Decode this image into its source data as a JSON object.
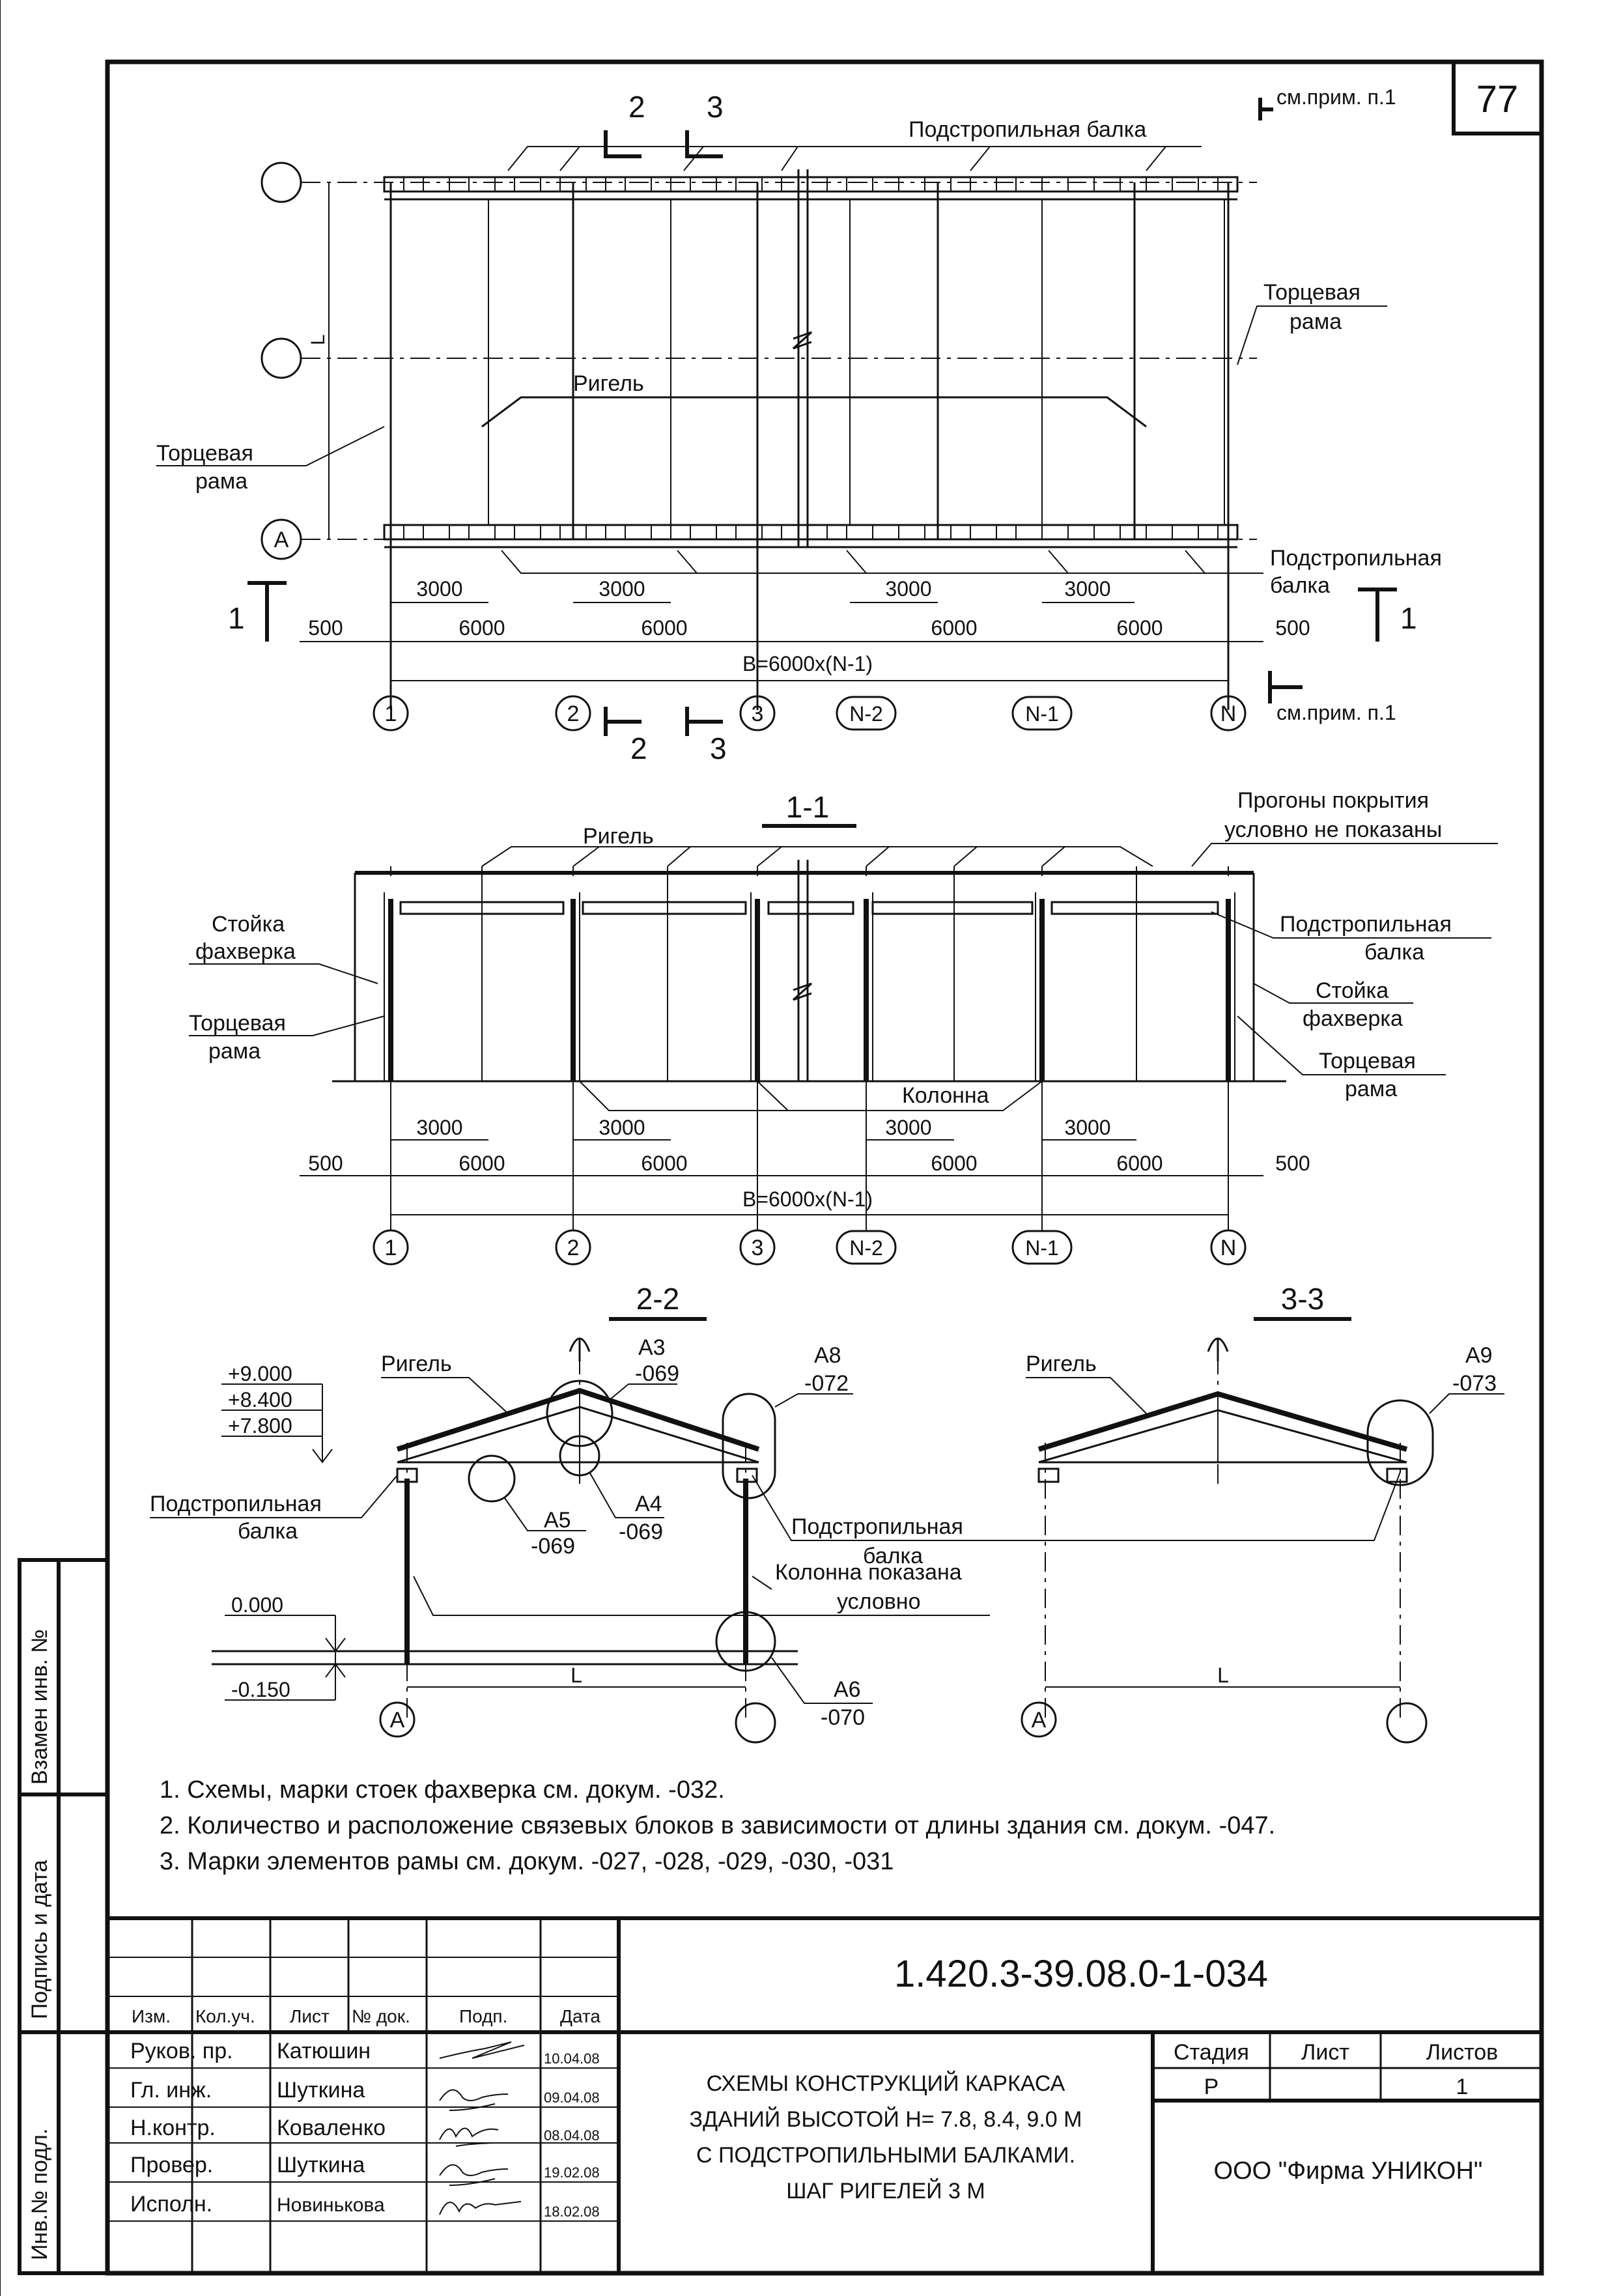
{
  "sheet_number": "77",
  "notes_ref": {
    "top_right": "см.прим. п.1",
    "bottom_right": "см.прим. п.1"
  },
  "plan": {
    "section_marks": {
      "s2": "2",
      "s3": "3",
      "s1": "1"
    },
    "labels": {
      "rafter_beam_top": "Подстропильная балка",
      "rafter_beam_bottom_1": "Подстропильная",
      "rafter_beam_bottom_2": "балка",
      "end_frame_right_1": "Торцевая",
      "end_frame_right_2": "рама",
      "end_frame_left_1": "Торцевая",
      "end_frame_left_2": "рама",
      "girder": "Ригель",
      "span": "L"
    },
    "axis_rows": {
      "a": "А"
    },
    "axis_cols": [
      "1",
      "2",
      "3",
      "N-2",
      "N-1",
      "N"
    ],
    "dims": {
      "half_steps": [
        "3000",
        "3000",
        "3000",
        "3000"
      ],
      "steps": [
        "6000",
        "6000",
        "6000",
        "6000"
      ],
      "edge": "500",
      "total": "B=6000x(N-1)"
    }
  },
  "section_1_1": {
    "title": "1-1",
    "labels": {
      "girder": "Ригель",
      "purlins_1": "Прогоны покрытия",
      "purlins_2": "условно не показаны",
      "post_left_1": "Стойка",
      "post_left_2": "фахверка",
      "end_frame_left_1": "Торцевая",
      "end_frame_left_2": "рама",
      "rafter_beam_1": "Подстропильная",
      "rafter_beam_2": "балка",
      "post_right_1": "Стойка",
      "post_right_2": "фахверка",
      "end_frame_right_1": "Торцевая",
      "end_frame_right_2": "рама",
      "column": "Колонна"
    },
    "axis_cols": [
      "1",
      "2",
      "3",
      "N-2",
      "N-1",
      "N"
    ],
    "dims": {
      "half_steps": [
        "3000",
        "3000",
        "3000",
        "3000"
      ],
      "steps": [
        "6000",
        "6000",
        "6000",
        "6000"
      ],
      "edge": "500",
      "total": "B=6000x(N-1)"
    }
  },
  "section_2_2": {
    "title": "2-2",
    "elevations": [
      "+9.000",
      "+8.400",
      "+7.800",
      "0.000",
      "-0.150"
    ],
    "labels": {
      "girder": "Ригель",
      "rafter_beam_1": "Подстропильная",
      "rafter_beam_2": "балка",
      "rafter_beam_r1": "Подстропильная",
      "rafter_beam_r2": "балка",
      "column_1": "Колонна показана",
      "column_2": "условно",
      "span": "L",
      "axis_a": "А"
    },
    "nodes": [
      {
        "mark": "А3",
        "doc": "-069"
      },
      {
        "mark": "А8",
        "doc": "-072"
      },
      {
        "mark": "А5",
        "doc": "-069"
      },
      {
        "mark": "А4",
        "doc": "-069"
      },
      {
        "mark": "А6",
        "doc": "-070"
      }
    ]
  },
  "section_3_3": {
    "title": "3-3",
    "labels": {
      "girder": "Ригель",
      "span": "L",
      "axis_a": "А"
    },
    "nodes": [
      {
        "mark": "А9",
        "doc": "-073"
      }
    ]
  },
  "notes": [
    "1. Схемы, марки стоек фахверка см. докум. -032.",
    "2. Количество и расположение связевых блоков в зависимости от длины здания см. докум. -047.",
    "3. Марки элементов рамы см. докум. -027, -028, -029, -030, -031"
  ],
  "side_stamp": [
    "Взамен инв. №",
    "Подпись и дата",
    "Инв.№ подл."
  ],
  "title_block": {
    "designation": "1.420.3-39.08.0-1-034",
    "title_lines": [
      "СХЕМЫ КОНСТРУКЦИЙ КАРКАСА",
      "ЗДАНИЙ ВЫСОТОЙ Н= 7.8, 8.4, 9.0 М",
      "С ПОДСТРОПИЛЬНЫМИ БАЛКАМИ.",
      "ШАГ РИГЕЛЕЙ 3 М"
    ],
    "header": [
      "Изм.",
      "Кол.уч.",
      "Лист",
      "№ док.",
      "Подп.",
      "Дата"
    ],
    "rows": [
      {
        "role": "Руков. пр.",
        "name": "Катюшин",
        "date": "10.04.08"
      },
      {
        "role": "Гл. инж.",
        "name": "Шуткина",
        "date": "09.04.08"
      },
      {
        "role": "Н.контр.",
        "name": "Коваленко",
        "date": "08.04.08"
      },
      {
        "role": "Провер.",
        "name": "Шуткина",
        "date": "19.02.08"
      },
      {
        "role": "Исполн.",
        "name": "Новинькова",
        "date": "18.02.08"
      }
    ],
    "stage_label": "Стадия",
    "sheet_label": "Лист",
    "sheets_label": "Листов",
    "stage": "Р",
    "sheets": "1",
    "company": "ООО \"Фирма УНИКОН\""
  }
}
